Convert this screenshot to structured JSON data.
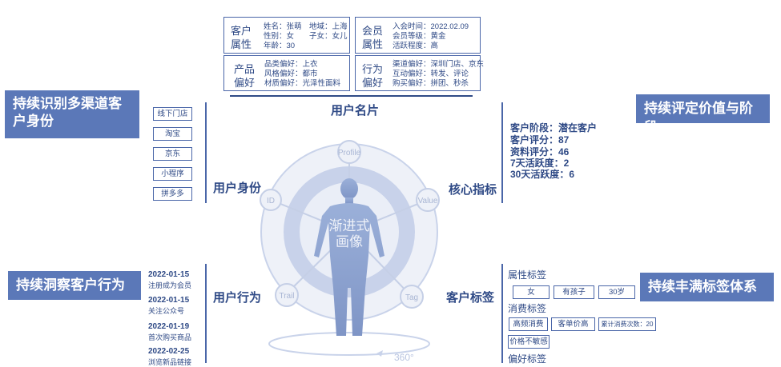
{
  "banners": {
    "identity": "持续识别多渠道客户身份",
    "value": "持续评定价值与阶段",
    "behavior": "持续洞察客户行为",
    "tags": "持续丰满标签体系"
  },
  "card": {
    "title": "用户名片",
    "customer": {
      "label": "客户属性",
      "name": "姓名：张萌",
      "region": "地域：上海",
      "gender": "性别：女",
      "children": "子女：女儿",
      "age": "年龄：30"
    },
    "member": {
      "label": "会员属性",
      "join": "入会时间：2022.02.09",
      "level": "会员等级：黄金",
      "activity": "活跃程度：高"
    },
    "product": {
      "label": "产品偏好",
      "category": "品类偏好：上衣",
      "style": "风格偏好：都市",
      "material": "材质偏好：光泽性面料"
    },
    "behavior": {
      "label": "行为偏好",
      "channel": "渠道偏好：深圳门店、京东",
      "interaction": "互动偏好：转发、评论",
      "purchase": "购买偏好：拼团、秒杀"
    }
  },
  "identity": {
    "title": "用户身份",
    "channels": [
      "线下门店",
      "淘宝",
      "京东",
      "小程序",
      "拼多多"
    ]
  },
  "metrics": {
    "title": "核心指标",
    "items": [
      "客户阶段：潜在客户",
      "客户评分：87",
      "资料评分：46",
      "7天活跃度：2",
      "30天活跃度：6"
    ]
  },
  "behavior": {
    "title": "用户行为",
    "events": [
      {
        "date": "2022-01-15",
        "desc": "注册成为会员"
      },
      {
        "date": "2022-01-15",
        "desc": "关注公众号"
      },
      {
        "date": "2022-01-19",
        "desc": "首次购买商品"
      },
      {
        "date": "2022-02-25",
        "desc": "浏览新品链接"
      }
    ]
  },
  "tags": {
    "title": "客户标签",
    "attr_label": "属性标签",
    "attr_chips": [
      "女",
      "有孩子",
      "30岁"
    ],
    "consume_label": "消费标签",
    "consume_chips": [
      "高频消费",
      "客单价高",
      "累计消费次数：20"
    ],
    "consume_chips2": [
      "价格不敏感"
    ],
    "pref_label": "偏好标签"
  },
  "center": {
    "label_line1": "渐进式",
    "label_line2": "画像",
    "nodes": [
      "Profile",
      "ID",
      "Value",
      "Trail",
      "Tag"
    ],
    "rotation": "360°"
  },
  "colors": {
    "accent": "#5b78b8",
    "text": "#2f4a86",
    "ring_outer": "#e6ebf5",
    "ring_mid": "#c7d2ea",
    "figure": "#8fa3cf"
  }
}
